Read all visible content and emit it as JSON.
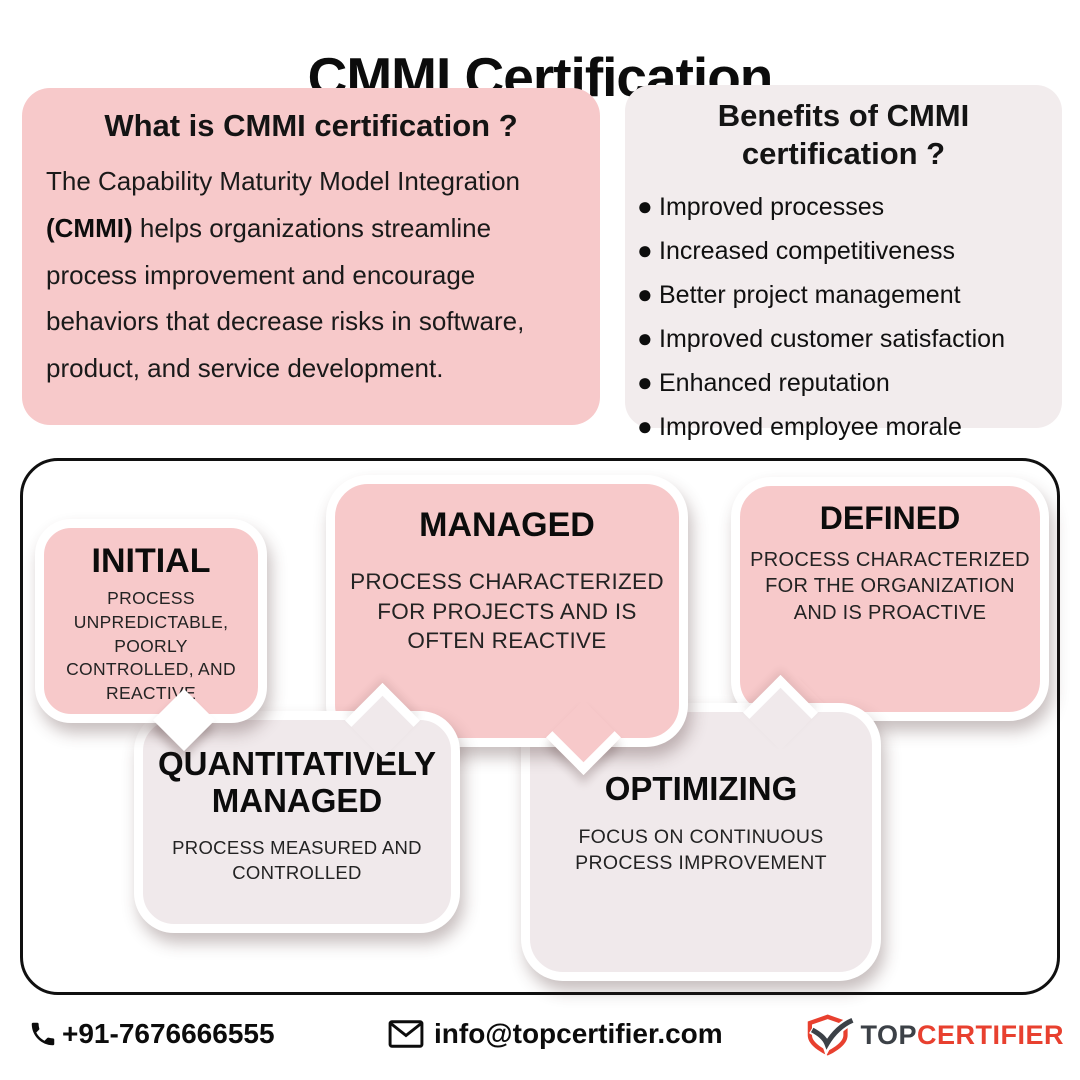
{
  "page": {
    "title": "CMMI Certification"
  },
  "what_box": {
    "heading": "What is CMMI certification ?",
    "body_prefix": "The Capability Maturity Model Integration ",
    "body_bold": "(CMMI)",
    "body_suffix": " helps organizations streamline process improvement and encourage behaviors that decrease risks in software, product, and service development."
  },
  "benefits_box": {
    "heading": "Benefits of CMMI certification ?",
    "items": [
      "Improved processes",
      "Increased competitiveness",
      "Better project management",
      "Improved customer satisfaction",
      "Enhanced reputation",
      "Improved employee morale"
    ]
  },
  "maturity_levels": [
    {
      "id": "initial",
      "title": "INITIAL",
      "description": "PROCESS UNPREDICTABLE, POORLY CONTROLLED, AND REACTIVE"
    },
    {
      "id": "managed",
      "title": "MANAGED",
      "description": "PROCESS CHARACTERIZED FOR PROJECTS AND IS OFTEN REACTIVE"
    },
    {
      "id": "defined",
      "title": "DEFINED",
      "description": "PROCESS CHARACTERIZED FOR THE ORGANIZATION AND IS PROACTIVE"
    },
    {
      "id": "quantitatively-managed",
      "title": "QUANTITATIVELY MANAGED",
      "description": "PROCESS MEASURED AND CONTROLLED"
    },
    {
      "id": "optimizing",
      "title": "OPTIMIZING",
      "description": "FOCUS ON CONTINUOUS PROCESS IMPROVEMENT"
    }
  ],
  "footer": {
    "phone": "+91-7676666555",
    "email": "info@topcertifier.com",
    "logo_top": "TOP",
    "logo_certifier": "CERTIFIER"
  },
  "colors": {
    "pink": "#f7c9ca",
    "light_bubble": "#f0e9eb",
    "benefits_bg": "#f2eced",
    "logo_red": "#e8402f",
    "logo_dark": "#3c4147",
    "text": "#0c0c0c"
  }
}
